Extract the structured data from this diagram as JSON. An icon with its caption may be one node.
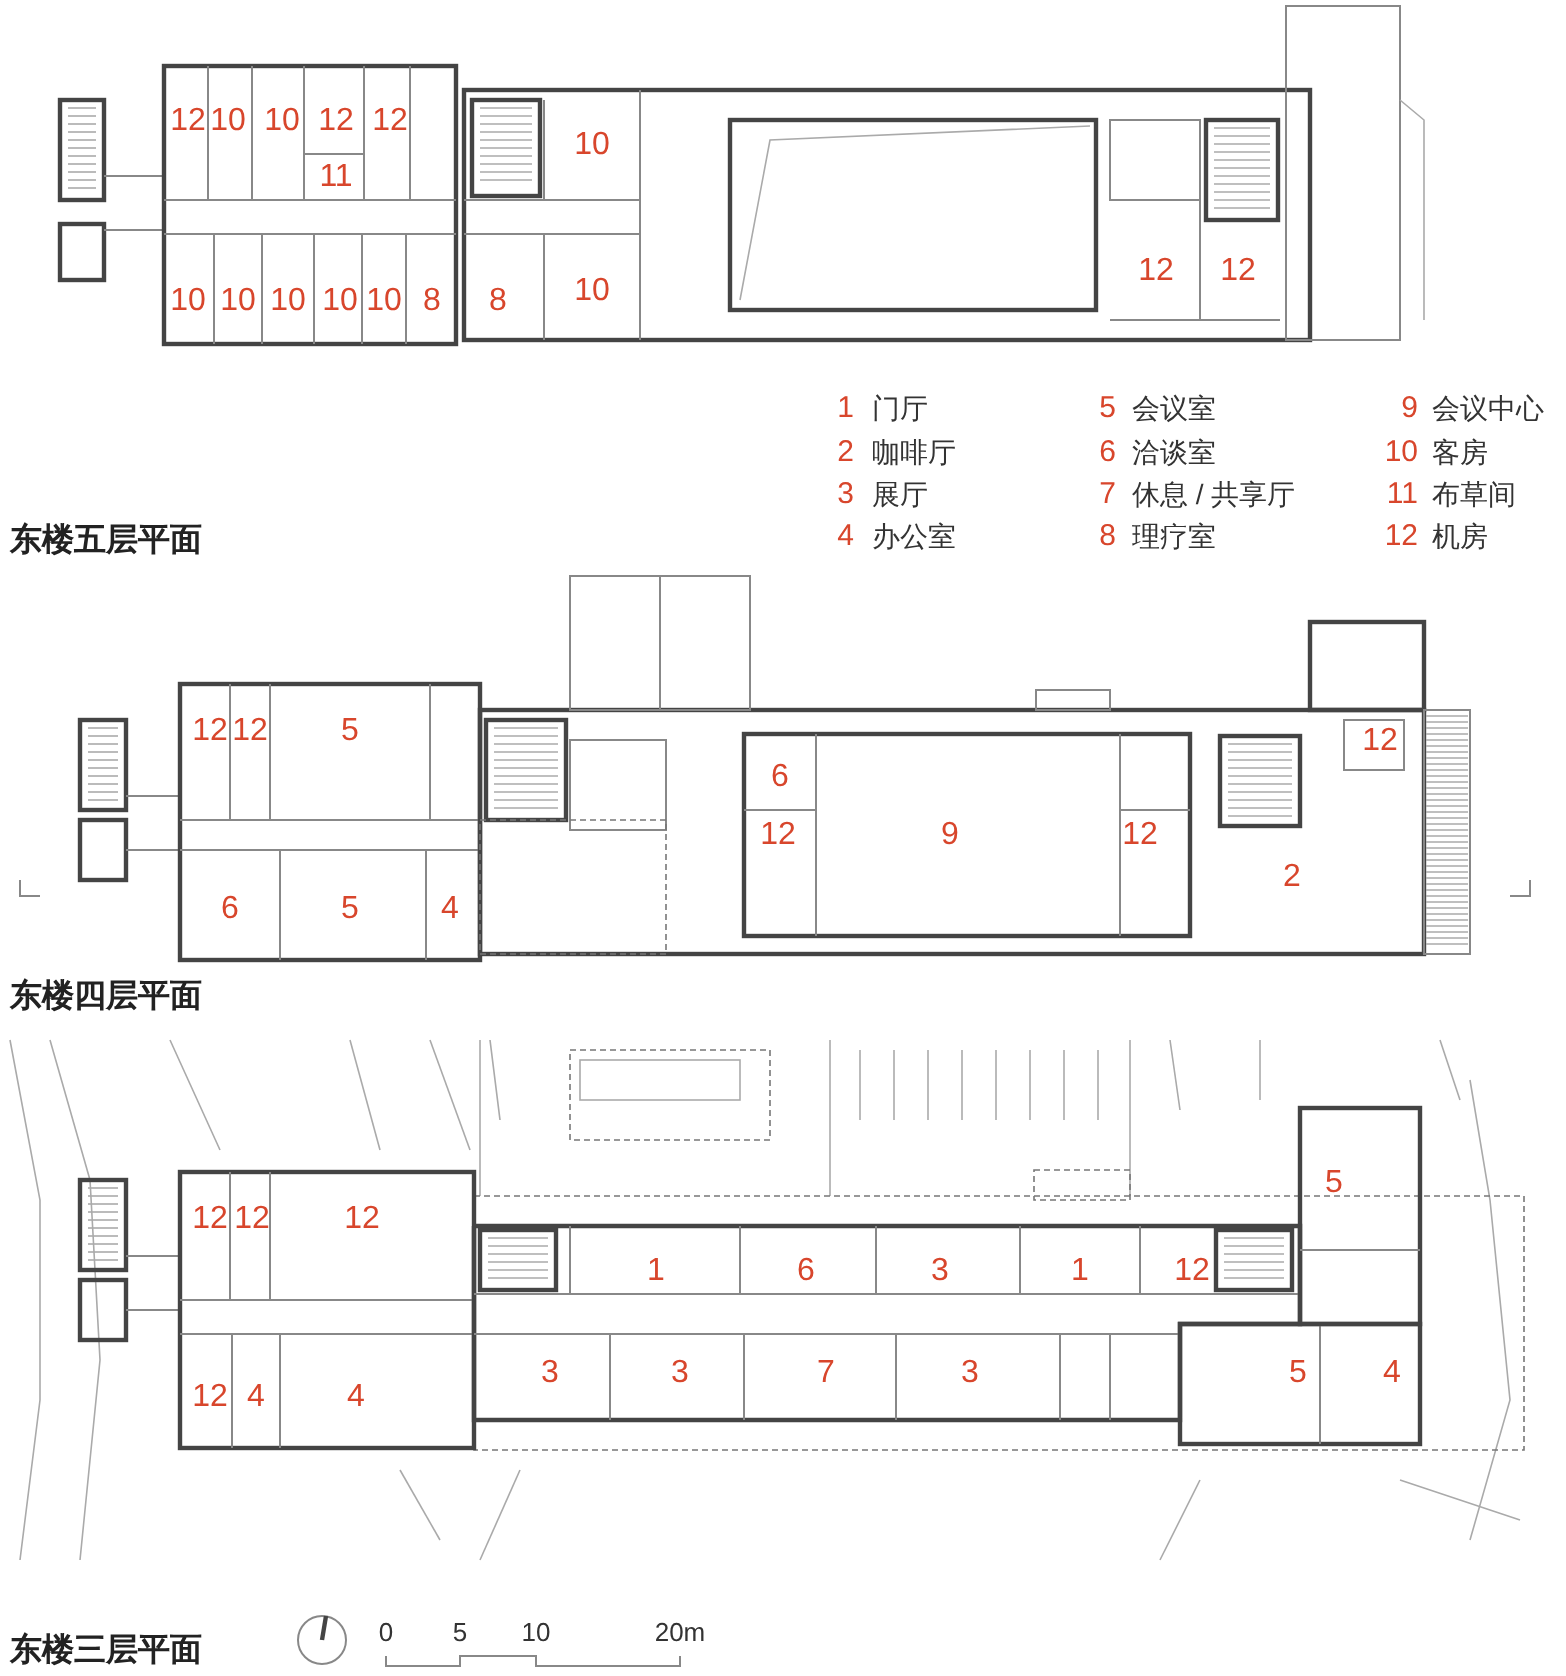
{
  "diagram": {
    "labels": [
      "12",
      "10",
      "10",
      "12",
      "12",
      "11",
      "10",
      "10",
      "10",
      "10",
      "10",
      "10",
      "8",
      "8",
      "10",
      "12",
      "12",
      "东楼五层平面",
      "1",
      "门厅",
      "5",
      "会议室",
      "9",
      "会议中心",
      "2",
      "咖啡厅",
      "6",
      "洽谈室",
      "10",
      "客房",
      "3",
      "展厅",
      "7",
      "休息 / 共享厅",
      "11",
      "布草间",
      "4",
      "办公室",
      "8",
      "理疗室",
      "12",
      "机房",
      "12",
      "12",
      "5",
      "12",
      "6",
      "12",
      "9",
      "12",
      "2",
      "6",
      "5",
      "4",
      "东楼四层平面",
      "5",
      "12",
      "12",
      "12",
      "1",
      "6",
      "3",
      "1",
      "12",
      "3",
      "3",
      "7",
      "3",
      "5",
      "4",
      "12",
      "4",
      "4",
      "东楼三层平面",
      "0",
      "5",
      "10",
      "20m"
    ]
  }
}
